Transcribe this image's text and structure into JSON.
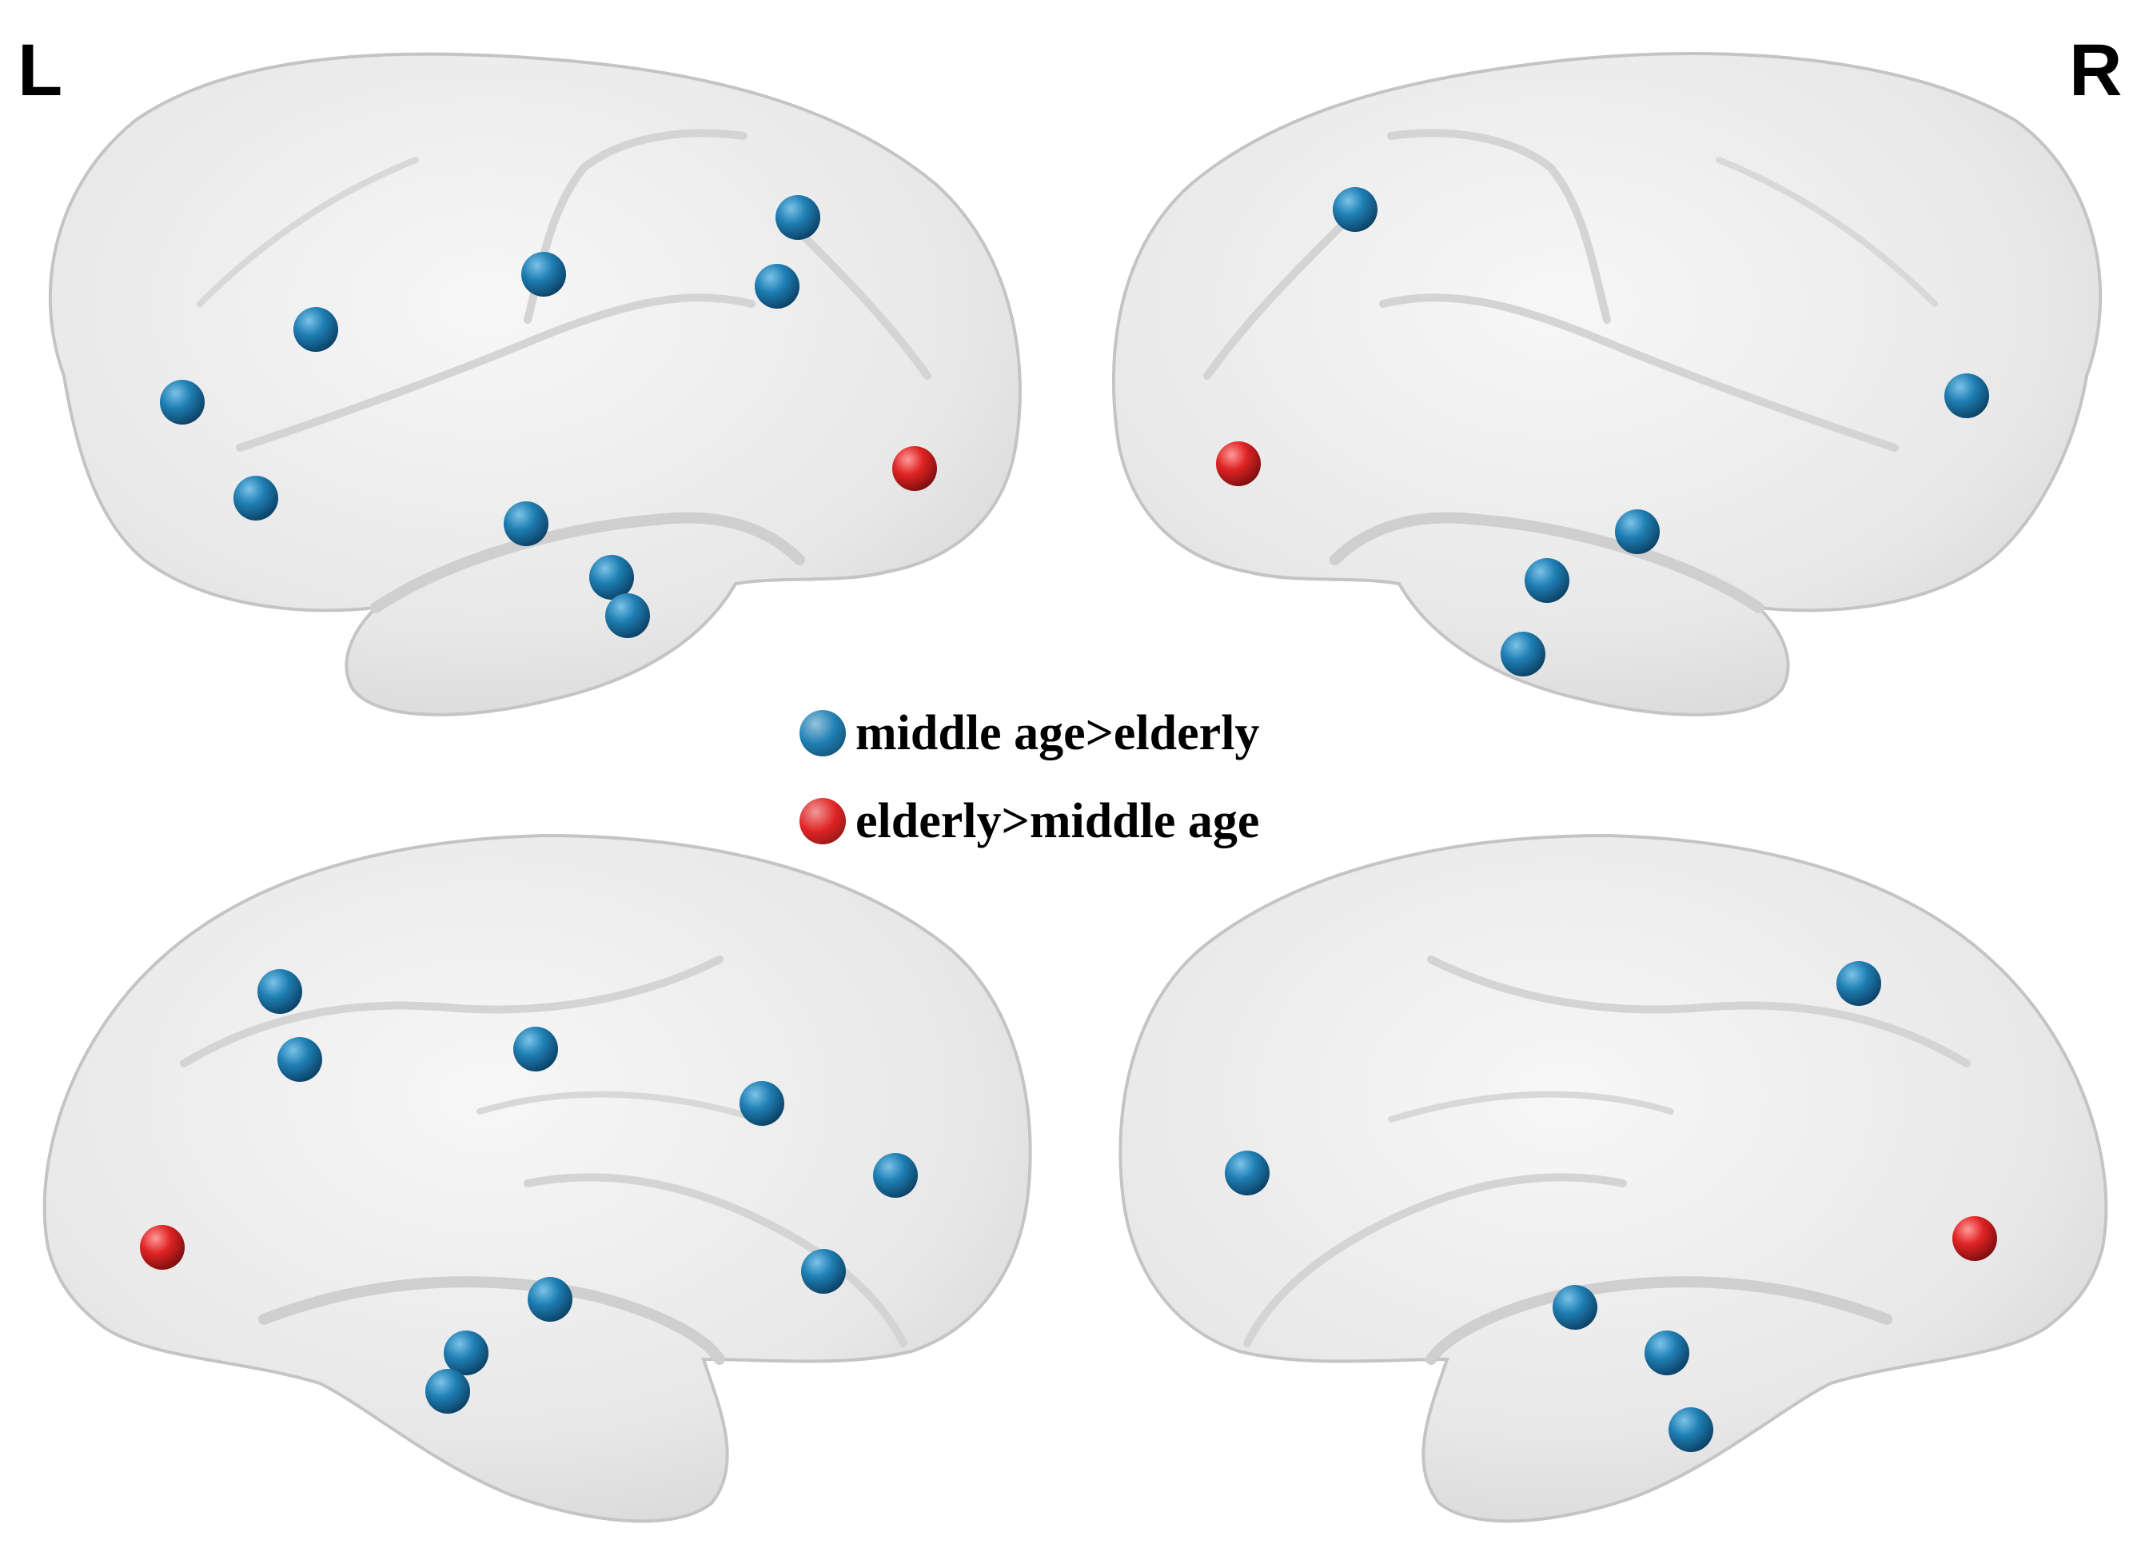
{
  "labels": {
    "left": "L",
    "right": "R"
  },
  "legend": [
    {
      "label": "middle age>elderly",
      "group": "blue",
      "color": "#1f7fb4"
    },
    {
      "label": "elderly>middle age",
      "group": "red",
      "color": "#e02424"
    }
  ],
  "colors": {
    "blue": "#1f7fb4",
    "red": "#e02424",
    "brain": "#e9e9e9",
    "brain_edge": "#bdbdbd"
  },
  "views": [
    {
      "name": "left-lateral-view",
      "hemisphere": "L",
      "orientation": "lateral"
    },
    {
      "name": "right-lateral-view",
      "hemisphere": "R",
      "orientation": "lateral"
    },
    {
      "name": "left-medial-view",
      "hemisphere": "L",
      "orientation": "medial"
    },
    {
      "name": "right-medial-view",
      "hemisphere": "R",
      "orientation": "medial"
    }
  ]
}
